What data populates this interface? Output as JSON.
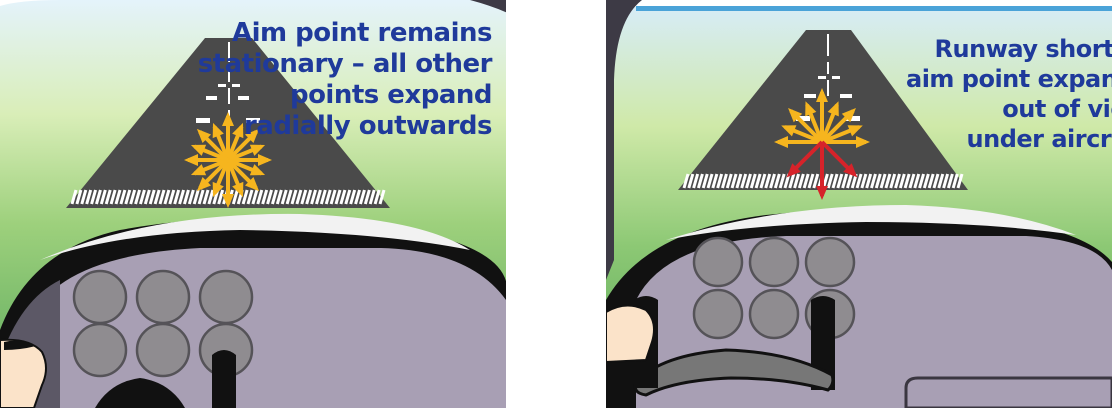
{
  "left_panel": {
    "caption_lines": [
      "Aim point remains",
      "stationary – all other",
      "points expand",
      "radially outwards"
    ]
  },
  "right_panel": {
    "caption_lines": [
      "Runway short of",
      "aim point expands",
      "out of view",
      "under aircraft"
    ]
  },
  "colors": {
    "sky_top": "#dff1fa",
    "grass": "#5fae60",
    "runway": "#4a4a4a",
    "arrow_yellow": "#f6b51e",
    "arrow_red": "#d6232a",
    "caption_blue": "#1f3a9b",
    "panel_lilac": "#a89fb4",
    "gauge_gray": "#8f8c90"
  }
}
